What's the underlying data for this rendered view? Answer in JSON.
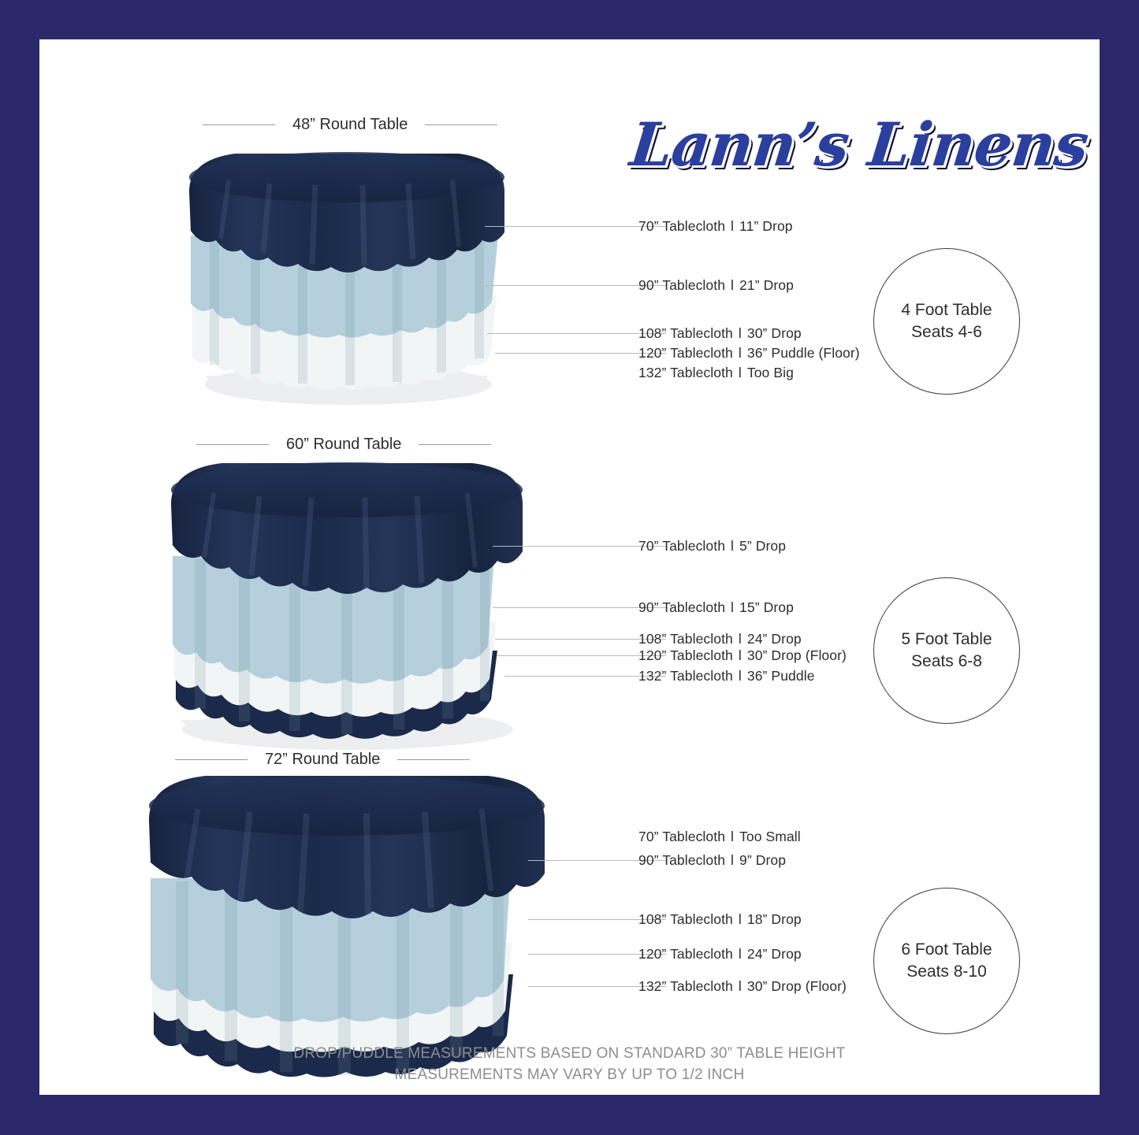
{
  "brand": {
    "name": "Lann’s Linens"
  },
  "colors": {
    "border_navy": "#2a2868",
    "cloth_navy": "#1b2a4a",
    "cloth_lightblue": "#b5d0dc",
    "cloth_white": "#f4f6f7",
    "leader_line": "#b9b9b9",
    "text": "#2d2d2d",
    "footer_text": "#8d8d8d",
    "logo_blue": "#2b3f9e"
  },
  "sections": [
    {
      "title": "48” Round Table",
      "seats": {
        "line1": "4 Foot Table",
        "line2": "Seats 4-6"
      },
      "rows": [
        {
          "size": "70” Tablecloth",
          "sep": "l",
          "drop": "11” Drop",
          "leader": true
        },
        {
          "size": "90” Tablecloth",
          "sep": "l",
          "drop": "21” Drop",
          "leader": true
        },
        {
          "size": "108” Tablecloth",
          "sep": "l",
          "drop": "30” Drop",
          "leader": true
        },
        {
          "size": "120” Tablecloth",
          "sep": "l",
          "drop": "36” Puddle  (Floor)",
          "leader": true
        },
        {
          "size": "132” Tablecloth",
          "sep": "l",
          "drop": "Too Big",
          "leader": false
        }
      ]
    },
    {
      "title": "60” Round Table",
      "seats": {
        "line1": "5 Foot Table",
        "line2": "Seats 6-8"
      },
      "rows": [
        {
          "size": "70” Tablecloth",
          "sep": "l",
          "drop": "5” Drop",
          "leader": true
        },
        {
          "size": "90” Tablecloth",
          "sep": "l",
          "drop": "15” Drop",
          "leader": true
        },
        {
          "size": "108” Tablecloth",
          "sep": "l",
          "drop": "24” Drop",
          "leader": true
        },
        {
          "size": "120” Tablecloth",
          "sep": "l",
          "drop": "30” Drop  (Floor)",
          "leader": true
        },
        {
          "size": "132” Tablecloth",
          "sep": "l",
          "drop": "36” Puddle",
          "leader": true
        }
      ]
    },
    {
      "title": "72” Round Table",
      "seats": {
        "line1": "6 Foot Table",
        "line2": "Seats 8-10"
      },
      "rows": [
        {
          "size": "70” Tablecloth",
          "sep": "l",
          "drop": "Too Small",
          "leader": false
        },
        {
          "size": "90” Tablecloth",
          "sep": "l",
          "drop": "9” Drop",
          "leader": true
        },
        {
          "size": "108” Tablecloth",
          "sep": "l",
          "drop": "18” Drop",
          "leader": true
        },
        {
          "size": "120” Tablecloth",
          "sep": "l",
          "drop": "24” Drop",
          "leader": true
        },
        {
          "size": "132” Tablecloth",
          "sep": "l",
          "drop": "30” Drop (Floor)",
          "leader": true
        }
      ]
    }
  ],
  "footer": {
    "line1": "DROP/PUDDLE MEASUREMENTS BASED ON STANDARD 30” TABLE HEIGHT",
    "line2": "MEASUREMENTS MAY VARY BY UP TO 1/2 INCH"
  }
}
